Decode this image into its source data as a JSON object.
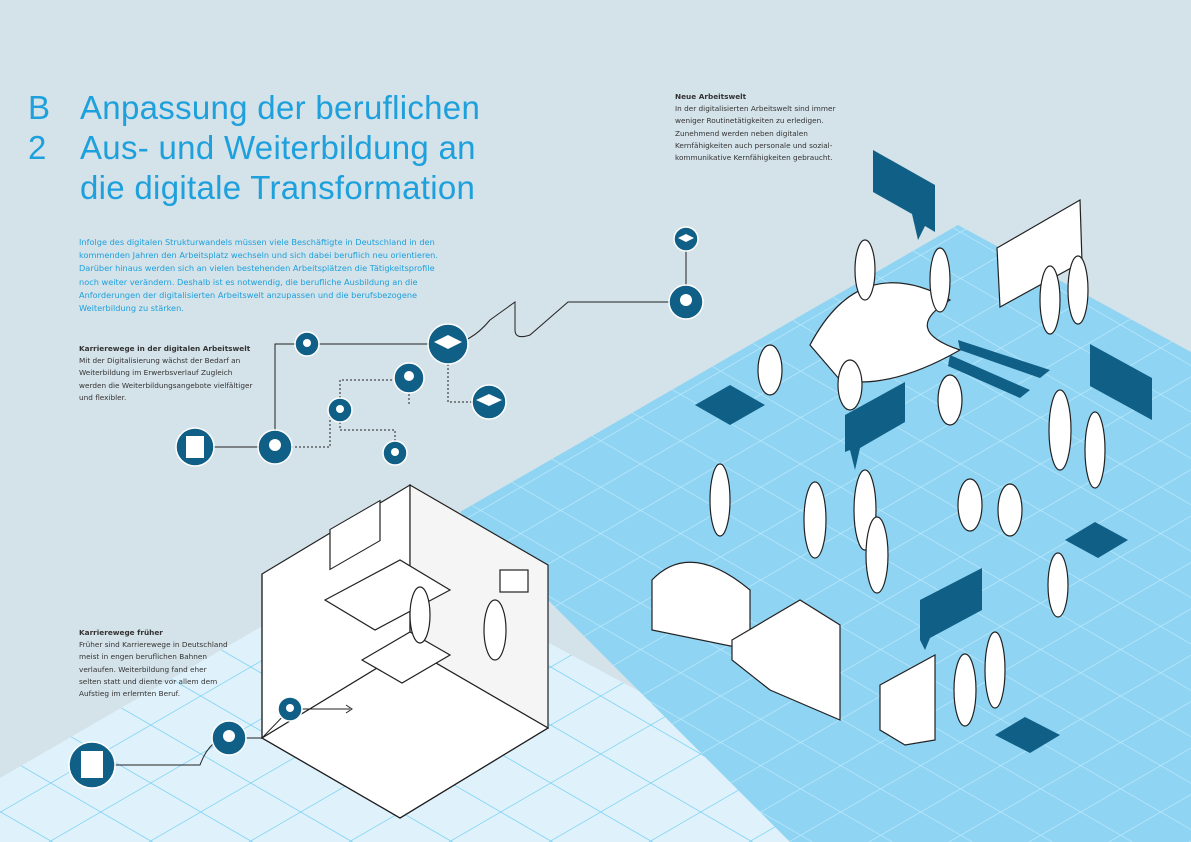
{
  "title": {
    "number": "B 2",
    "lines": [
      "Anpassung der beruflichen",
      "Aus- und Weiterbildung an",
      "die digitale Transformation"
    ]
  },
  "intro": "Infolge des digitalen Strukturwandels müssen viele Beschäftigte in Deutschland in den kommenden Jahren den Arbeitsplatz wechseln und sich dabei beruflich neu orientieren. Darüber hinaus werden sich an vielen bestehenden Arbeitsplätzen die Tätigkeitsprofile noch weiter verändern. Deshalb ist es notwendig, die berufliche Ausbildung an die Anforderungen der digitalisierten Arbeitswelt anzupassen und die berufsbezogene Weiterbildung zu stärken.",
  "notes": {
    "neue_arbeitswelt": {
      "heading": "Neue Arbeitswelt",
      "text": "In der digitalisierten Arbeitswelt sind immer weniger Routinetätigkeiten zu erledigen. Zunehmend werden neben digitalen Kernfähigkeiten auch personale und sozial-kommunikative Kernfähigkeiten gebraucht."
    },
    "karrierewege_digital": {
      "heading": "Karrierewege in der digitalen Arbeitswelt",
      "text": "Mit der Digitalisierung wächst der Bedarf an Weiterbildung im Erwerbsverlauf Zugleich werden die Weiterbildungsangebote vielfältiger und flexibler."
    },
    "karrierewege_frueher": {
      "heading": "Karrierewege früher",
      "text": "Früher sind Karrierewege in Deutschland meist in engen beruflichen Bahnen verlaufen. Weiterbildung fand eher selten statt und diente vor allem dem Aufstieg im erlernten Beruf."
    }
  },
  "colors": {
    "background": "#d4e2e9",
    "accent": "#1ea0dc",
    "dark": "#0f5f86",
    "floor": "#8fd4f3",
    "floor_old": "#dff2fb"
  }
}
